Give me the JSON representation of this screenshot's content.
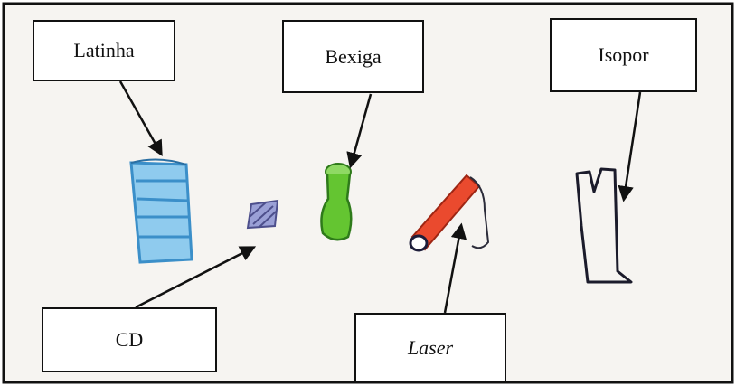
{
  "labels": {
    "latinha": "Latinha",
    "bexiga": "Bexiga",
    "isopor": "Isopor",
    "cd": "CD",
    "laser": "Laser"
  },
  "colors": {
    "paper": "#f6f4f1",
    "frame": "#111111",
    "can_blue": "#4aa8dc",
    "cd_purple": "#6b6fae",
    "balloon_green": "#5dbb2e",
    "laser_red": "#e8452e",
    "pencil": "#2c2c3a"
  },
  "icons": [
    "can-drawing",
    "cd-drawing",
    "balloon-drawing",
    "laser-drawing",
    "styrofoam-drawing",
    "arrow"
  ]
}
